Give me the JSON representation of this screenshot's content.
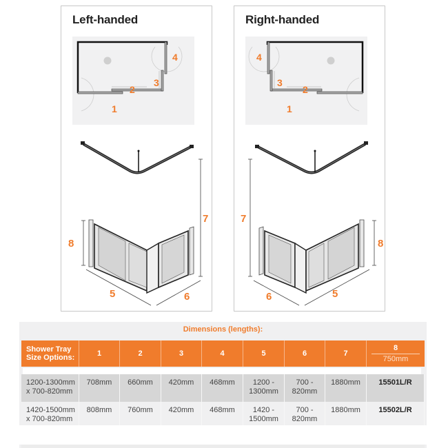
{
  "panels": [
    {
      "title": "Left-handed",
      "plan_labels": [
        "1",
        "2",
        "3",
        "4"
      ],
      "iso_labels": [
        "5",
        "6",
        "7",
        "8"
      ]
    },
    {
      "title": "Right-handed",
      "plan_labels": [
        "1",
        "2",
        "3",
        "4"
      ],
      "iso_labels": [
        "5",
        "6",
        "7",
        "8"
      ]
    }
  ],
  "table": {
    "title": "Dimensions (lengths):",
    "header": {
      "first_line1": "Shower Tray",
      "first_line2": "Size Options:",
      "columns": [
        "1",
        "2",
        "3",
        "4",
        "5",
        "6",
        "7"
      ],
      "last_top": "8",
      "last_bottom": "750mm"
    },
    "rows": [
      {
        "size_line1": "1200-1300mm",
        "size_line2": "x 700-820mm",
        "c1": "708mm",
        "c2": "660mm",
        "c3": "420mm",
        "c4": "468mm",
        "c5_line1": "1200 -",
        "c5_line2": "1300mm",
        "c6_line1": "700 -",
        "c6_line2": "820mm",
        "c7": "1880mm",
        "code": "15501L/R"
      },
      {
        "size_line1": "1420-1500mm",
        "size_line2": "x 700-820mm",
        "c1": "808mm",
        "c2": "760mm",
        "c3": "420mm",
        "c4": "468mm",
        "c5_line1": "1420 -",
        "c5_line2": "1500mm",
        "c6_line1": "700 -",
        "c6_line2": "820mm",
        "c7": "1880mm",
        "code": "15502L/R"
      }
    ]
  },
  "colors": {
    "accent": "#f07c2c",
    "header_text": "#ffffff",
    "row_alt": "#d6d6d6",
    "background": "#f0f0f1"
  }
}
